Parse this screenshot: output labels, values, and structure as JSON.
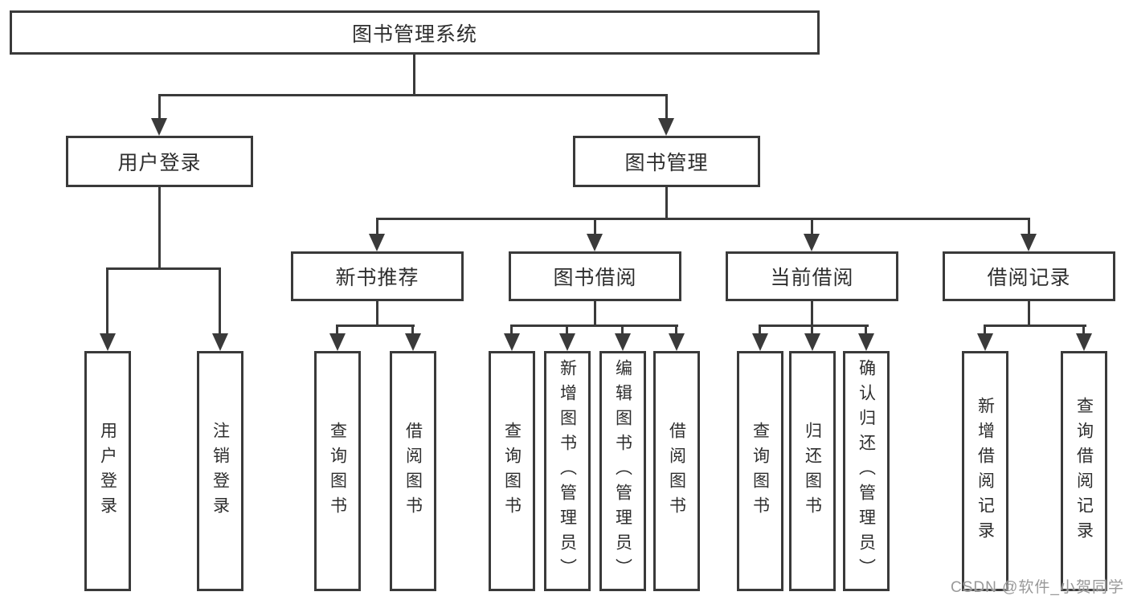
{
  "diagram": {
    "title_node": "图书管理系统",
    "root": {
      "label": "图书管理系统"
    },
    "level2": [
      {
        "label": "用户登录"
      },
      {
        "label": "图书管理"
      }
    ],
    "level3": [
      {
        "label": "新书推荐",
        "parent": "图书管理"
      },
      {
        "label": "图书借阅",
        "parent": "图书管理"
      },
      {
        "label": "当前借阅",
        "parent": "图书管理"
      },
      {
        "label": "借阅记录",
        "parent": "图书管理"
      }
    ],
    "leaves": [
      {
        "label": "用户登录",
        "parent": "用户登录"
      },
      {
        "label": "注销登录",
        "parent": "用户登录"
      },
      {
        "label": "查询图书",
        "parent": "新书推荐"
      },
      {
        "label": "借阅图书",
        "parent": "新书推荐"
      },
      {
        "label": "查询图书",
        "parent": "图书借阅"
      },
      {
        "label": "新增图书（管理员）",
        "parent": "图书借阅"
      },
      {
        "label": "编辑图书（管理员）",
        "parent": "图书借阅"
      },
      {
        "label": "借阅图书",
        "parent": "图书借阅"
      },
      {
        "label": "查询图书",
        "parent": "当前借阅"
      },
      {
        "label": "归还图书",
        "parent": "当前借阅"
      },
      {
        "label": "确认归还（管理员）",
        "parent": "当前借阅"
      },
      {
        "label": "新增借阅记录",
        "parent": "借阅记录"
      },
      {
        "label": "查询借阅记录",
        "parent": "借阅记录"
      }
    ],
    "line_color": "#3a3a3a",
    "text_color": "#2e2e2e",
    "background_color": "#ffffff"
  },
  "watermark": {
    "text": "CSDN @软件_小贺同学"
  }
}
